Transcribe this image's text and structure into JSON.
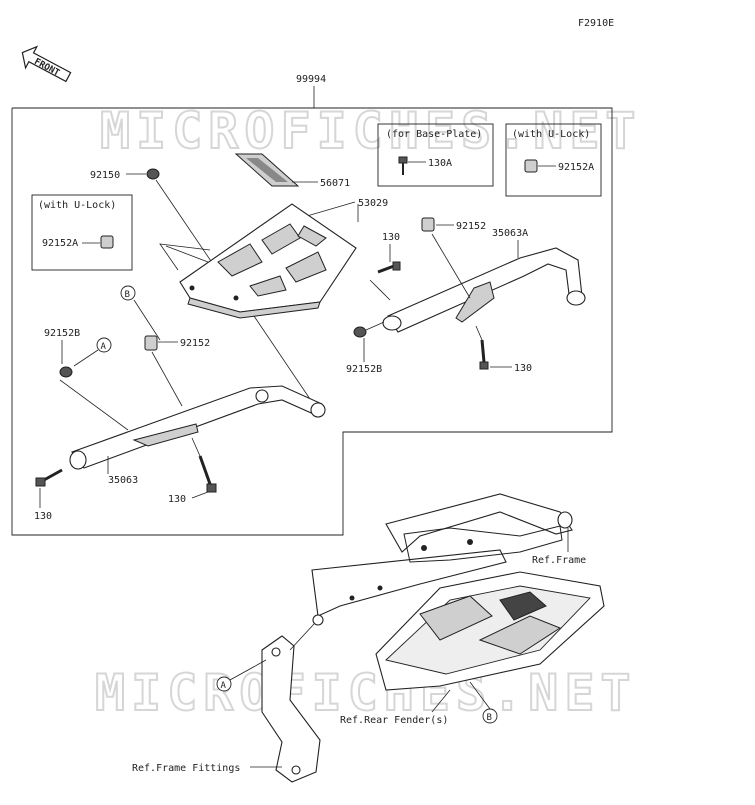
{
  "figure_code": "F2910E",
  "assembly_no": "99994",
  "front_label": "FRONT",
  "watermark": "MICROFICHES.NET",
  "boxes": {
    "base_plate": "(for Base-Plate)",
    "u_lock_right": "(with U-Lock)",
    "u_lock_left": "(with U-Lock)"
  },
  "parts": {
    "p92150": "92150",
    "p56071": "56071",
    "p53029": "53029",
    "p130a": "130A",
    "p92152a_right": "92152A",
    "p92152a_left": "92152A",
    "p130_top": "130",
    "p92152_right": "92152",
    "p35063a": "35063A",
    "p92152b_right": "92152B",
    "p130_right": "130",
    "p92152b_left": "92152B",
    "p92152_left": "92152",
    "p35063": "35063",
    "p130_bottom": "130",
    "p130_left": "130"
  },
  "callouts": {
    "a_top": "A",
    "b_top": "B",
    "a_bottom": "A",
    "b_bottom": "B"
  },
  "refs": {
    "frame": "Ref.Frame",
    "rear_fender": "Ref.Rear Fender(s)",
    "frame_fittings": "Ref.Frame Fittings"
  }
}
